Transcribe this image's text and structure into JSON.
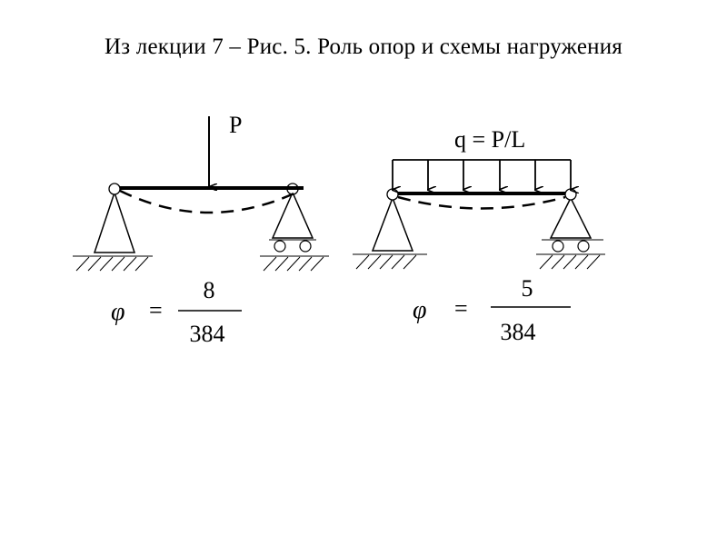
{
  "title": "Из лекции 7 – Рис. 5. Роль опор  и схемы нагружения",
  "left_diagram": {
    "load_label": "P",
    "formula": {
      "symbol": "φ",
      "equals": "=",
      "numerator": "8",
      "denominator": "384"
    }
  },
  "right_diagram": {
    "load_label": "q = P/L",
    "formula": {
      "symbol": "φ",
      "equals": "=",
      "numerator": "5",
      "denominator": "384"
    }
  },
  "colors": {
    "ink": "#000000",
    "background": "#ffffff"
  }
}
